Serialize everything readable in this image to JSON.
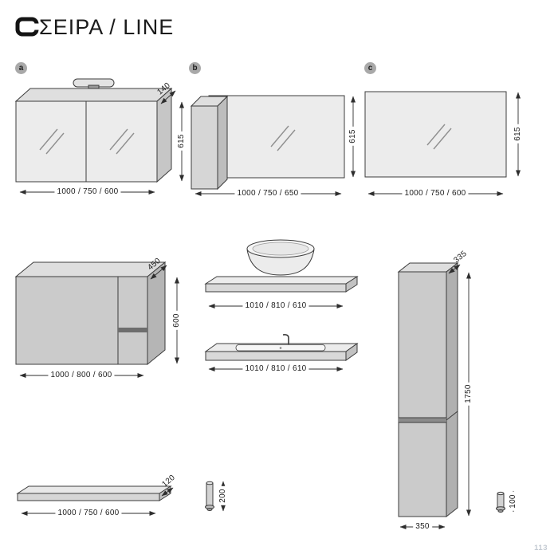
{
  "header": {
    "logo_mark": "C",
    "title": "ΣΕΙΡΑ / LINE"
  },
  "badges": {
    "a": "a",
    "b": "b",
    "c": "c"
  },
  "dims": {
    "mirror_cabinet": {
      "depth": "140",
      "height": "615",
      "widths": "1000 / 750 / 600"
    },
    "mirror_with_column": {
      "height": "615",
      "widths": "1000 / 750 / 650"
    },
    "mirror": {
      "height": "615",
      "widths": "1000 / 750 / 600"
    },
    "base_cabinet": {
      "depth": "450",
      "height": "600",
      "widths": "1000 / 800 / 600"
    },
    "countertop": {
      "widths": "1010 / 810 / 610"
    },
    "basin_countertop": {
      "widths": "1010 / 810 / 610"
    },
    "tall_cabinet": {
      "depth": "335",
      "height": "1750",
      "width": "350"
    },
    "shelf": {
      "depth": "120",
      "widths": "1000 / 750 / 600"
    },
    "leg_200": {
      "height": "200"
    },
    "leg_100": {
      "height": "100"
    }
  },
  "footer": {
    "page_number": "113"
  }
}
